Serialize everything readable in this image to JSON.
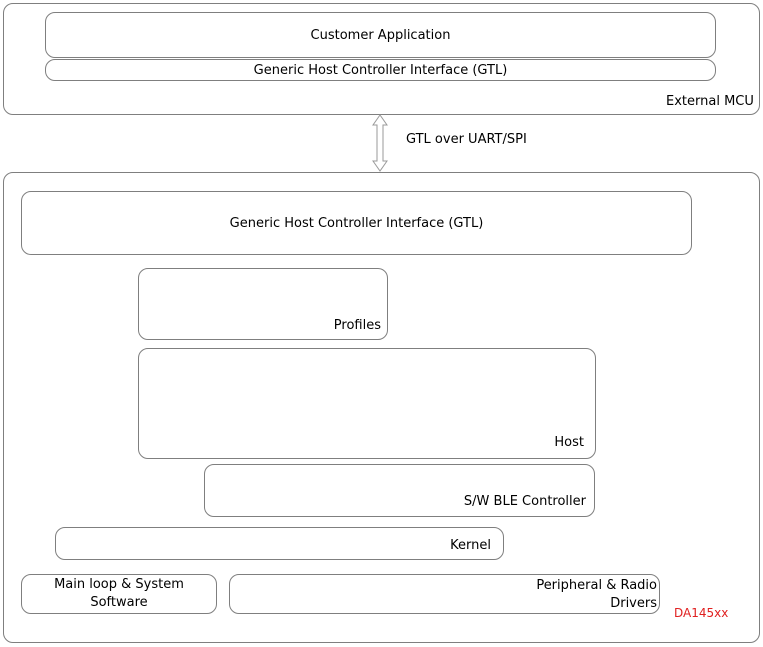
{
  "external": {
    "customer_application": "Customer Application",
    "gtl_top": "Generic Host Controller Interface (GTL)",
    "external_mcu": "External MCU"
  },
  "link": {
    "label": "GTL over UART/SPI"
  },
  "chip": {
    "gtl": "Generic Host Controller Interface (GTL)",
    "profiles": "Profiles",
    "host": "Host",
    "ble_controller": "S/W BLE Controller",
    "kernel": "Kernel",
    "main_loop_line1": "Main loop & System",
    "main_loop_line2": "Software",
    "peripheral_line1": "Peripheral & Radio",
    "peripheral_line2": "Drivers",
    "device_name": "DA145xx",
    "device_color": "#e02020"
  }
}
